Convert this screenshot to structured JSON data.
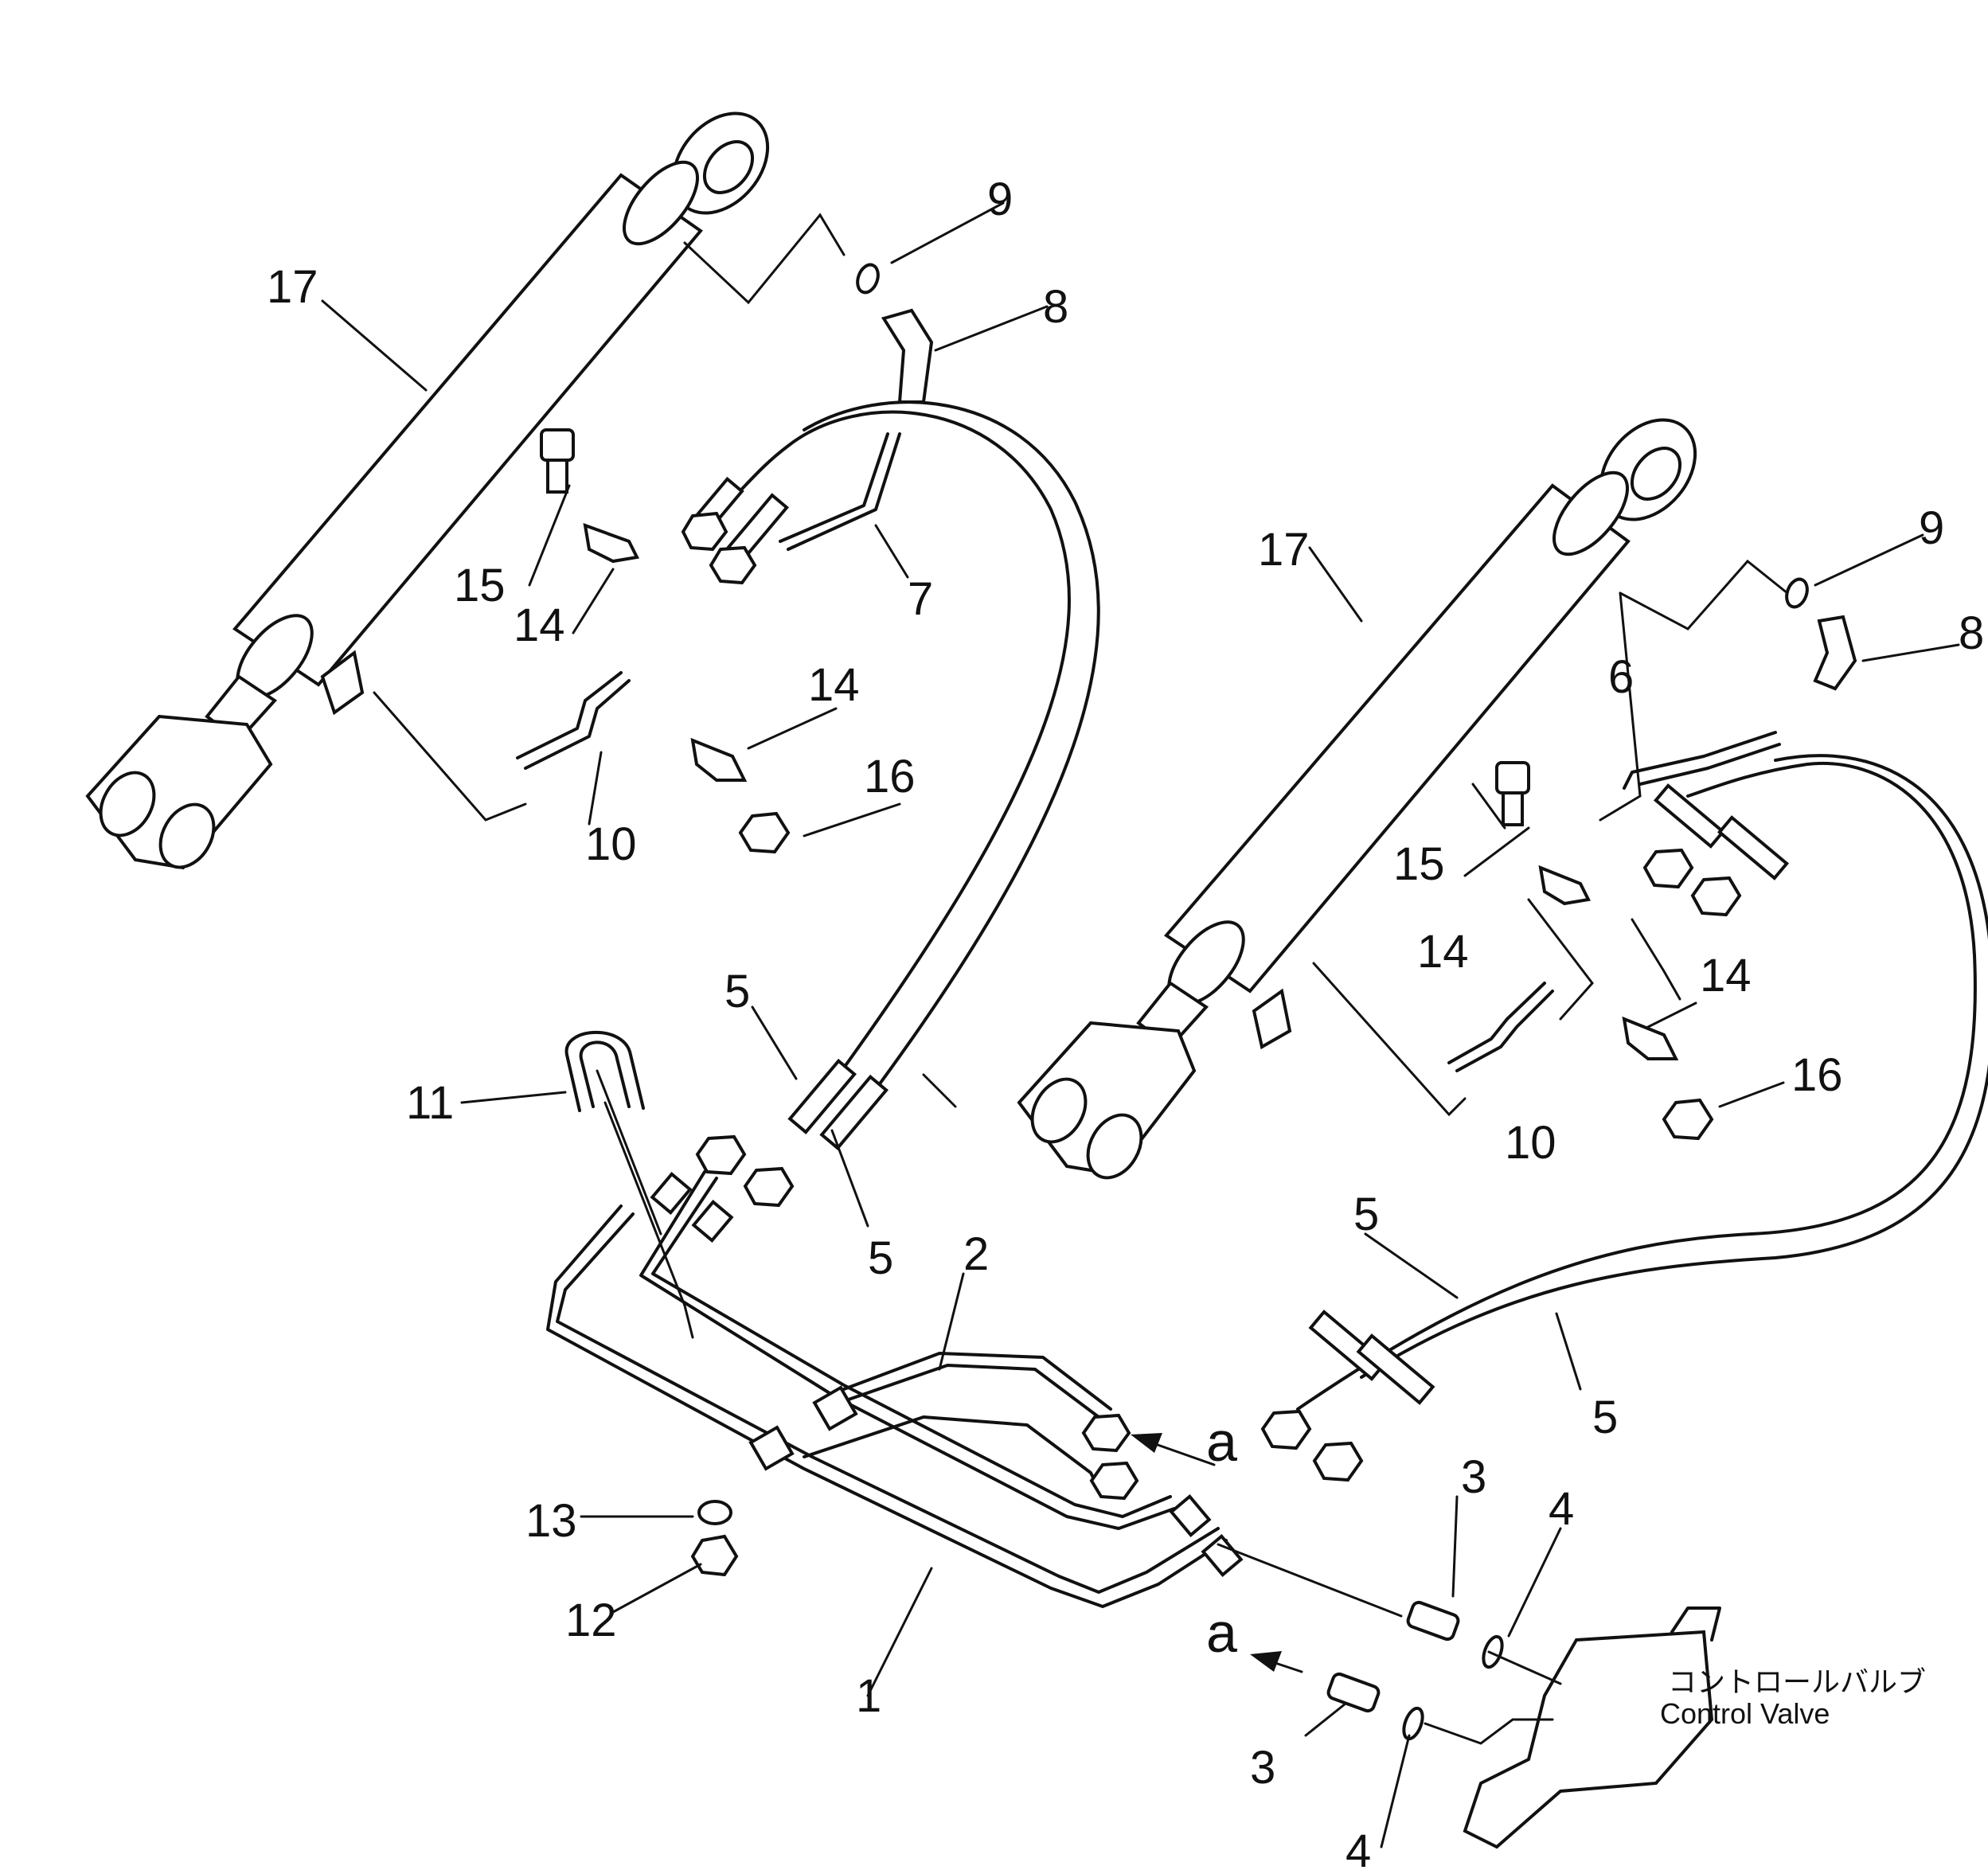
{
  "callouts": [
    "1",
    "2",
    "3",
    "3",
    "4",
    "4",
    "5",
    "5",
    "5",
    "5",
    "6",
    "7",
    "8",
    "8",
    "9",
    "9",
    "10",
    "10",
    "11",
    "12",
    "13",
    "14",
    "14",
    "14",
    "14",
    "15",
    "15",
    "16",
    "16",
    "17",
    "17"
  ],
  "arrow_label": "a",
  "control_valve": {
    "jp": "コントロールバルブ",
    "en": "Control  Valve"
  }
}
